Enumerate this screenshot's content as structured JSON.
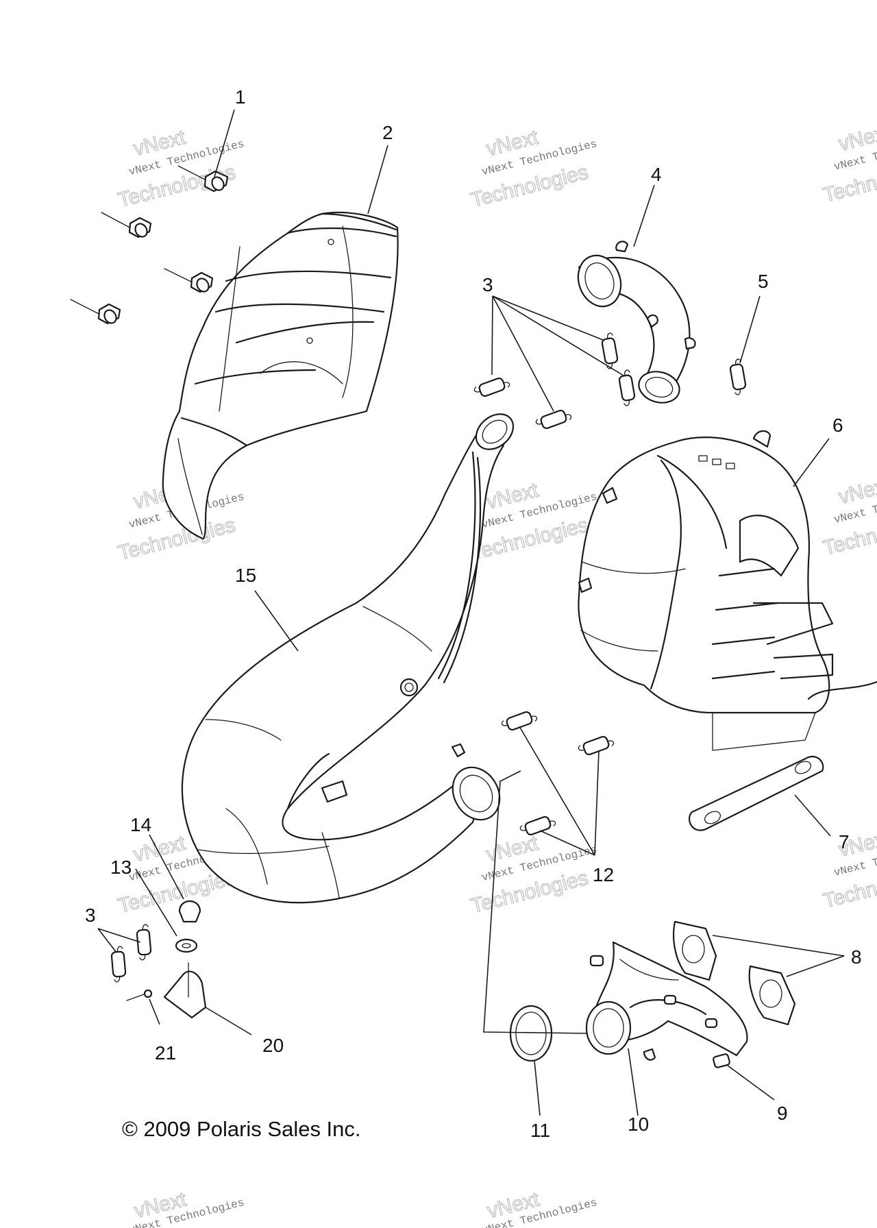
{
  "diagram": {
    "callouts": {
      "c1": "1",
      "c2": "2",
      "c3a": "3",
      "c3b": "3",
      "c4": "4",
      "c5": "5",
      "c6": "6",
      "c7": "7",
      "c8": "8",
      "c9": "9",
      "c10": "10",
      "c11": "11",
      "c12": "12",
      "c13": "13",
      "c14": "14",
      "c15": "15",
      "c20": "20",
      "c21": "21"
    },
    "copyright": "© 2009 Polaris Sales Inc.",
    "watermark": {
      "line_small": "vNext Technologies",
      "line_large": "Technologies",
      "line_top": "vNext"
    }
  }
}
